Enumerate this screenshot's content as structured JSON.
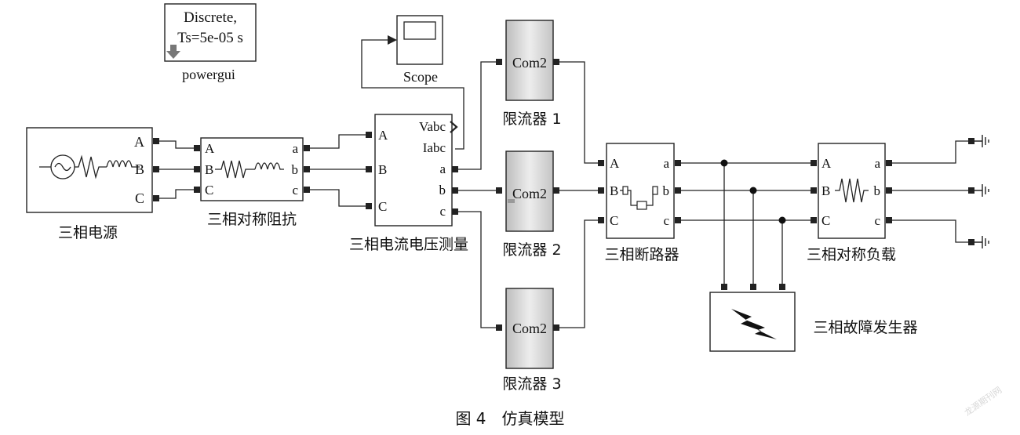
{
  "powergui": {
    "line1": "Discrete,",
    "line2": "Ts=5e-05 s",
    "name": "powergui"
  },
  "scope": {
    "name": "Scope"
  },
  "source": {
    "name": "三相电源",
    "ports": [
      "A",
      "B",
      "C"
    ]
  },
  "impedance": {
    "name": "三相对称阻抗",
    "in_ports": [
      "A",
      "B",
      "C"
    ],
    "out_ports": [
      "a",
      "b",
      "c"
    ]
  },
  "measurement": {
    "name": "三相电流电压测量",
    "in_ports": [
      "A",
      "B",
      "C"
    ],
    "out_ports": [
      "Vabc",
      "Iabc",
      "a",
      "b",
      "c"
    ]
  },
  "limiters": [
    {
      "label": "Com2",
      "name": "限流器 1"
    },
    {
      "label": "Com2",
      "name": "限流器 2"
    },
    {
      "label": "Com2",
      "name": "限流器 3"
    }
  ],
  "breaker": {
    "name": "三相断路器",
    "in_ports": [
      "A",
      "B",
      "C"
    ],
    "out_ports": [
      "a",
      "b",
      "c"
    ]
  },
  "load": {
    "name": "三相对称负载",
    "in_ports": [
      "A",
      "B",
      "C"
    ],
    "out_ports": [
      "a",
      "b",
      "c"
    ]
  },
  "fault": {
    "name": "三相故障发生器"
  },
  "caption": "图 4　仿真模型",
  "watermark": "龙源期刊网"
}
